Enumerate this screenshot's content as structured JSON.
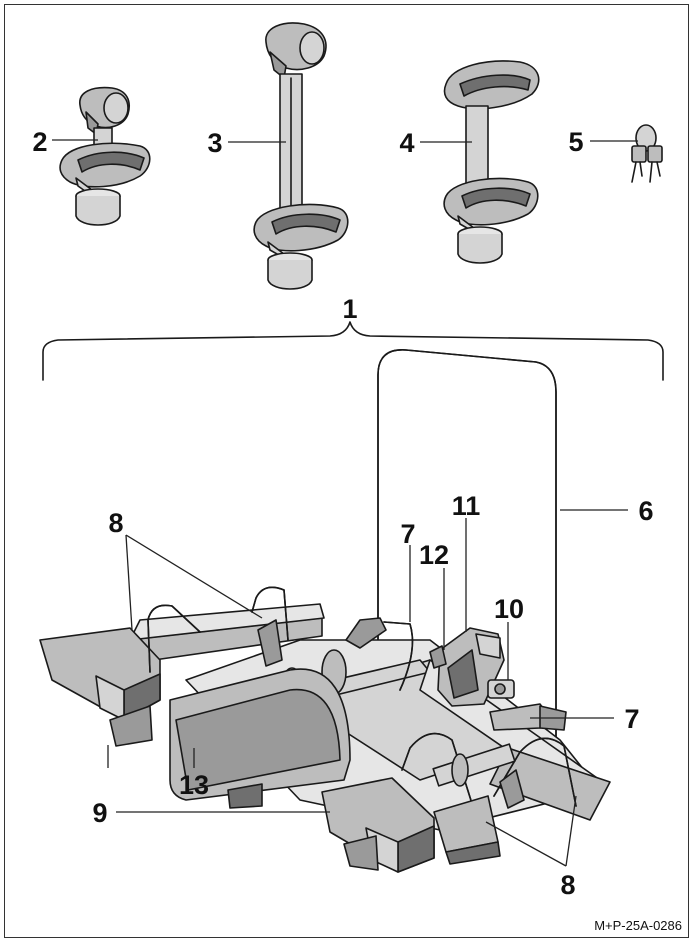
{
  "callouts": [
    {
      "id": "c1",
      "label": "1"
    },
    {
      "id": "c2",
      "label": "2"
    },
    {
      "id": "c3",
      "label": "3"
    },
    {
      "id": "c4",
      "label": "4"
    },
    {
      "id": "c5",
      "label": "5"
    },
    {
      "id": "c6",
      "label": "6"
    },
    {
      "id": "c7a",
      "label": "7"
    },
    {
      "id": "c7b",
      "label": "7"
    },
    {
      "id": "c8a",
      "label": "8"
    },
    {
      "id": "c8b",
      "label": "8"
    },
    {
      "id": "c9",
      "label": "9"
    },
    {
      "id": "c10",
      "label": "10"
    },
    {
      "id": "c11",
      "label": "11"
    },
    {
      "id": "c12",
      "label": "12"
    },
    {
      "id": "c13",
      "label": "13"
    }
  ],
  "reference_code": "M+P-25A-0286"
}
